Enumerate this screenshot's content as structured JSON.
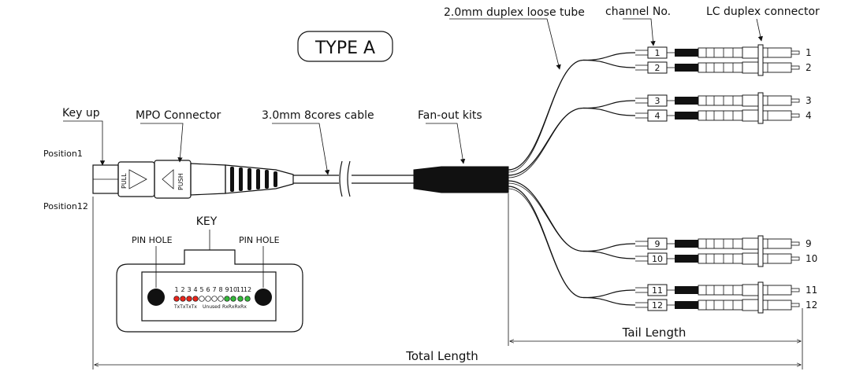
{
  "title": "TYPE A",
  "labels": {
    "duplex_tube": "2.0mm duplex loose tube",
    "channel_no": "channel No.",
    "lc_connector": "LC duplex connector",
    "key_up": "Key up",
    "mpo_connector": "MPO Connector",
    "cable": "3.0mm 8cores cable",
    "fanout": "Fan-out kits",
    "position1": "Position1",
    "position12": "Position12",
    "key": "KEY",
    "pin_hole_left": "PIN HOLE",
    "pin_hole_right": "PIN HOLE",
    "tail_length": "Tail Length",
    "total_length": "Total Length",
    "pull": "PULL",
    "push": "PUSH"
  },
  "channels": [
    "1",
    "2",
    "3",
    "4",
    "9",
    "10",
    "11",
    "12"
  ],
  "ports": {
    "numbers": [
      "1",
      "2",
      "3",
      "4",
      "5",
      "6",
      "7",
      "8",
      "9",
      "10",
      "11",
      "12"
    ],
    "tx_label": "TxTxTxTx",
    "unused_label": "Unused",
    "rx_label": "RxRxRxRx",
    "colors": {
      "tx": "#e8261c",
      "unused": "#ffffff",
      "rx": "#35b83a"
    }
  }
}
